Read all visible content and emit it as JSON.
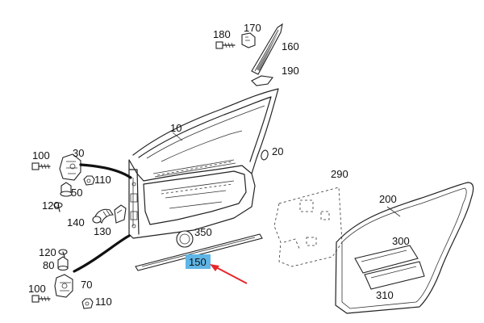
{
  "diagram": {
    "labels": [
      {
        "id": "p180",
        "text": "180"
      },
      {
        "id": "p170",
        "text": "170"
      },
      {
        "id": "p160",
        "text": "160"
      },
      {
        "id": "p190",
        "text": "190"
      },
      {
        "id": "p10",
        "text": "10"
      },
      {
        "id": "p20",
        "text": "20"
      },
      {
        "id": "p100a",
        "text": "100"
      },
      {
        "id": "p30",
        "text": "30"
      },
      {
        "id": "p110a",
        "text": "110"
      },
      {
        "id": "p50",
        "text": "50"
      },
      {
        "id": "p120a",
        "text": "120"
      },
      {
        "id": "p140",
        "text": "140"
      },
      {
        "id": "p130",
        "text": "130"
      },
      {
        "id": "p290",
        "text": "290"
      },
      {
        "id": "p200",
        "text": "200"
      },
      {
        "id": "p350",
        "text": "350"
      },
      {
        "id": "p300",
        "text": "300"
      },
      {
        "id": "p310",
        "text": "310"
      },
      {
        "id": "p150",
        "text": "150"
      },
      {
        "id": "p120b",
        "text": "120"
      },
      {
        "id": "p80",
        "text": "80"
      },
      {
        "id": "p70",
        "text": "70"
      },
      {
        "id": "p100b",
        "text": "100"
      },
      {
        "id": "p110b",
        "text": "110"
      }
    ],
    "highlighted_part": "150",
    "colors": {
      "highlight": "#5fb6e6",
      "arrow": "#e8262b",
      "line": "#222222"
    }
  }
}
